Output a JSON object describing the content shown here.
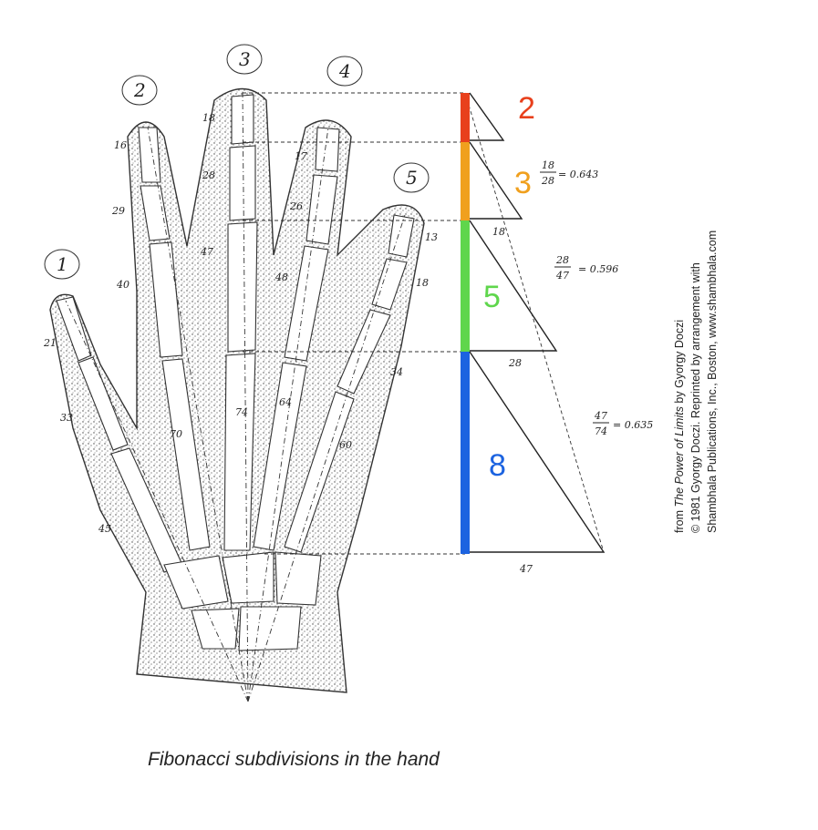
{
  "finger_labels": [
    "1",
    "2",
    "3",
    "4",
    "5"
  ],
  "fibonacci": [
    {
      "label": "2",
      "color": "#e8401c"
    },
    {
      "label": "3",
      "color": "#f0a01e"
    },
    {
      "label": "5",
      "color": "#5fd64c"
    },
    {
      "label": "8",
      "color": "#1c63e0"
    }
  ],
  "bone_lengths": [
    "16",
    "18",
    "17",
    "13",
    "29",
    "28",
    "26",
    "18",
    "21",
    "47",
    "48",
    "40",
    "34",
    "74",
    "64",
    "60",
    "33",
    "70",
    "45"
  ],
  "triangle_bases": [
    "18",
    "28",
    "47"
  ],
  "ratios": [
    {
      "num": "18",
      "den": "28",
      "result": "= 0.643"
    },
    {
      "num": "28",
      "den": "47",
      "result": "= 0.596"
    },
    {
      "num": "47",
      "den": "74",
      "result": "= 0.635"
    }
  ],
  "caption": "Fibonacci subdivisions in the hand",
  "credit": {
    "line1_prefix": "from ",
    "line1_title": "The Power of Limits",
    "line1_suffix": " by Gyorgy Doczi",
    "line2": "© 1981 Gyorgy Doczi. Reprinted by arrangement with",
    "line3": "Shambhala Publications, Inc., Boston, www.shambhala.com"
  }
}
